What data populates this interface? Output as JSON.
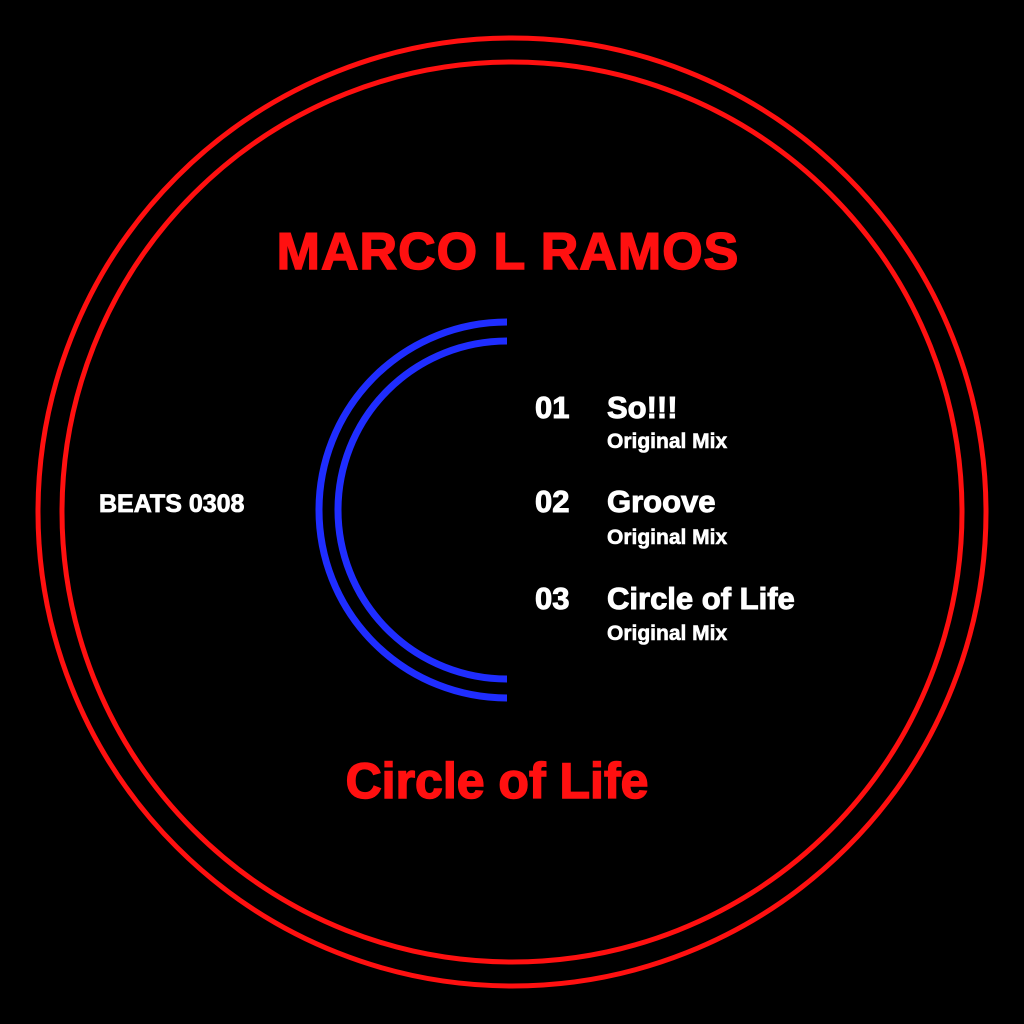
{
  "artist": "MARCO L RAMOS",
  "release_title": "Circle of Life",
  "catalog_number": "BEATS 0308",
  "tracks": [
    {
      "number": "01",
      "title": "So!!!",
      "version": "Original Mix"
    },
    {
      "number": "02",
      "title": "Groove",
      "version": "Original Mix"
    },
    {
      "number": "03",
      "title": "Circle of Life",
      "version": "Original Mix"
    }
  ],
  "colors": {
    "background": "#000000",
    "rings": "#ff1010",
    "arcs": "#1f2dff",
    "text": "#ffffff"
  }
}
